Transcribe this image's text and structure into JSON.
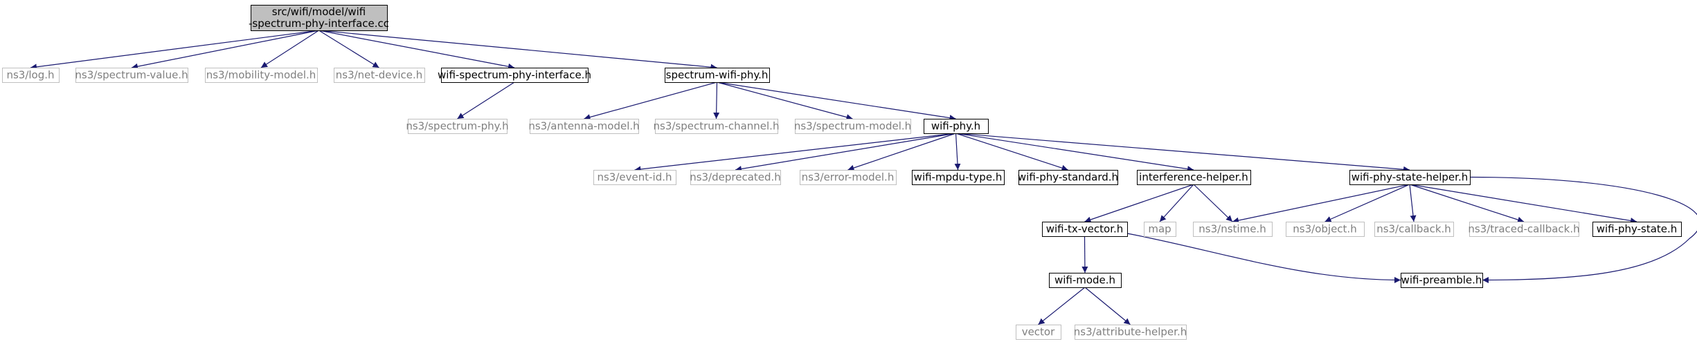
{
  "title": "src/wifi/model/wifi-spectrum-phy-interface.cc",
  "colors": {
    "edge": "#191970",
    "text": "#000000",
    "ghost_border": "#bfbfbf",
    "ghost_text": "#7f7f7f",
    "normal_border": "#000000",
    "root_fill": "#bfbfbf",
    "background": "#ffffff"
  },
  "nodes": [
    {
      "id": "root",
      "lines": [
        "src/wifi/model/wifi",
        "-spectrum-phy-interface.cc"
      ],
      "style": "root"
    },
    {
      "id": "log",
      "lines": [
        "ns3/log.h"
      ],
      "style": "ghost"
    },
    {
      "id": "spectrum_value",
      "lines": [
        "ns3/spectrum-value.h"
      ],
      "style": "ghost"
    },
    {
      "id": "mobility_model",
      "lines": [
        "ns3/mobility-model.h"
      ],
      "style": "ghost"
    },
    {
      "id": "net_device",
      "lines": [
        "ns3/net-device.h"
      ],
      "style": "ghost"
    },
    {
      "id": "wifi_spectrum_phy_interface",
      "lines": [
        "wifi-spectrum-phy-interface.h"
      ],
      "style": "normal"
    },
    {
      "id": "spectrum_wifi_phy",
      "lines": [
        "spectrum-wifi-phy.h"
      ],
      "style": "normal"
    },
    {
      "id": "spectrum_phy",
      "lines": [
        "ns3/spectrum-phy.h"
      ],
      "style": "ghost"
    },
    {
      "id": "antenna_model",
      "lines": [
        "ns3/antenna-model.h"
      ],
      "style": "ghost"
    },
    {
      "id": "spectrum_channel",
      "lines": [
        "ns3/spectrum-channel.h"
      ],
      "style": "ghost"
    },
    {
      "id": "spectrum_model",
      "lines": [
        "ns3/spectrum-model.h"
      ],
      "style": "ghost"
    },
    {
      "id": "wifi_phy",
      "lines": [
        "wifi-phy.h"
      ],
      "style": "normal"
    },
    {
      "id": "event_id",
      "lines": [
        "ns3/event-id.h"
      ],
      "style": "ghost"
    },
    {
      "id": "deprecated",
      "lines": [
        "ns3/deprecated.h"
      ],
      "style": "ghost"
    },
    {
      "id": "error_model",
      "lines": [
        "ns3/error-model.h"
      ],
      "style": "ghost"
    },
    {
      "id": "wifi_mpdu_type",
      "lines": [
        "wifi-mpdu-type.h"
      ],
      "style": "normal"
    },
    {
      "id": "wifi_phy_standard",
      "lines": [
        "wifi-phy-standard.h"
      ],
      "style": "normal"
    },
    {
      "id": "interference_helper",
      "lines": [
        "interference-helper.h"
      ],
      "style": "normal"
    },
    {
      "id": "wifi_phy_state_helper",
      "lines": [
        "wifi-phy-state-helper.h"
      ],
      "style": "normal"
    },
    {
      "id": "wifi_tx_vector",
      "lines": [
        "wifi-tx-vector.h"
      ],
      "style": "normal"
    },
    {
      "id": "map",
      "lines": [
        "map"
      ],
      "style": "ghost"
    },
    {
      "id": "nstime",
      "lines": [
        "ns3/nstime.h"
      ],
      "style": "ghost"
    },
    {
      "id": "object",
      "lines": [
        "ns3/object.h"
      ],
      "style": "ghost"
    },
    {
      "id": "callback",
      "lines": [
        "ns3/callback.h"
      ],
      "style": "ghost"
    },
    {
      "id": "traced_callback",
      "lines": [
        "ns3/traced-callback.h"
      ],
      "style": "ghost"
    },
    {
      "id": "wifi_phy_state",
      "lines": [
        "wifi-phy-state.h"
      ],
      "style": "normal"
    },
    {
      "id": "wifi_mode",
      "lines": [
        "wifi-mode.h"
      ],
      "style": "normal"
    },
    {
      "id": "wifi_preamble",
      "lines": [
        "wifi-preamble.h"
      ],
      "style": "normal"
    },
    {
      "id": "vector",
      "lines": [
        "vector"
      ],
      "style": "ghost"
    },
    {
      "id": "attribute_helper",
      "lines": [
        "ns3/attribute-helper.h"
      ],
      "style": "ghost"
    }
  ],
  "edges": [
    [
      "root",
      "log"
    ],
    [
      "root",
      "spectrum_value"
    ],
    [
      "root",
      "mobility_model"
    ],
    [
      "root",
      "net_device"
    ],
    [
      "root",
      "wifi_spectrum_phy_interface"
    ],
    [
      "root",
      "spectrum_wifi_phy"
    ],
    [
      "wifi_spectrum_phy_interface",
      "spectrum_phy"
    ],
    [
      "spectrum_wifi_phy",
      "antenna_model"
    ],
    [
      "spectrum_wifi_phy",
      "spectrum_channel"
    ],
    [
      "spectrum_wifi_phy",
      "spectrum_model"
    ],
    [
      "spectrum_wifi_phy",
      "wifi_phy"
    ],
    [
      "wifi_phy",
      "event_id"
    ],
    [
      "wifi_phy",
      "deprecated"
    ],
    [
      "wifi_phy",
      "error_model"
    ],
    [
      "wifi_phy",
      "wifi_mpdu_type"
    ],
    [
      "wifi_phy",
      "wifi_phy_standard"
    ],
    [
      "wifi_phy",
      "interference_helper"
    ],
    [
      "wifi_phy",
      "wifi_phy_state_helper"
    ],
    [
      "interference_helper",
      "wifi_tx_vector"
    ],
    [
      "interference_helper",
      "map"
    ],
    [
      "interference_helper",
      "nstime"
    ],
    [
      "wifi_phy_state_helper",
      "nstime"
    ],
    [
      "wifi_phy_state_helper",
      "object"
    ],
    [
      "wifi_phy_state_helper",
      "callback"
    ],
    [
      "wifi_phy_state_helper",
      "traced_callback"
    ],
    [
      "wifi_phy_state_helper",
      "wifi_phy_state"
    ],
    [
      "wifi_phy_state_helper",
      "wifi_preamble"
    ],
    [
      "wifi_tx_vector",
      "wifi_mode"
    ],
    [
      "wifi_tx_vector",
      "wifi_preamble"
    ],
    [
      "wifi_mode",
      "vector"
    ],
    [
      "wifi_mode",
      "attribute_helper"
    ]
  ]
}
